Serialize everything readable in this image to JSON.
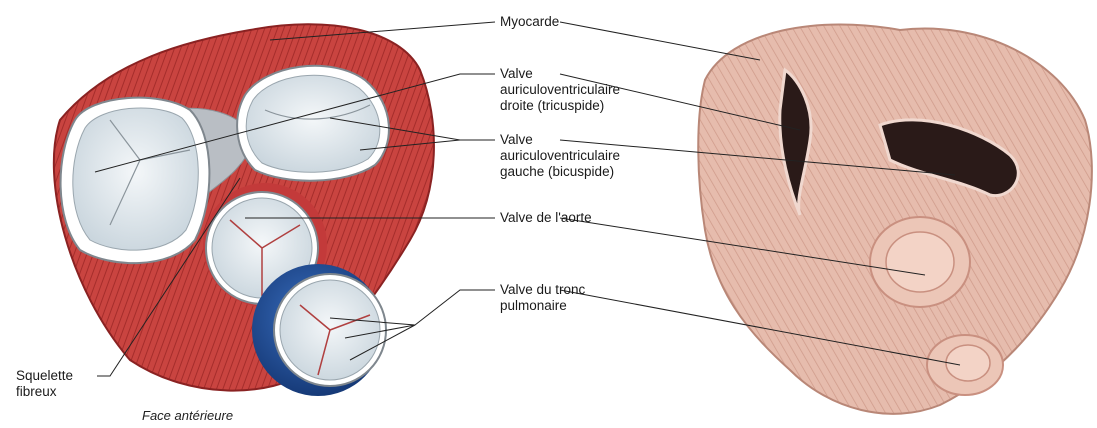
{
  "labels": {
    "myocarde": "Myocarde",
    "tricuspid": [
      "Valve",
      "auriculoventriculaire",
      "droite (tricuspide)"
    ],
    "bicuspid": [
      "Valve",
      "auriculoventriculaire",
      "gauche (bicuspide)"
    ],
    "aortic": "Valve de l'aorte",
    "pulmonary": [
      "Valve du tronc",
      "pulmonaire"
    ],
    "skeleton": [
      "Squelette",
      "fibreux"
    ]
  },
  "caption": "Face antérieure",
  "colors": {
    "muscle": "#c8413f",
    "valve": "#e8eef2",
    "pulmonary_ring": "#1f4f9a",
    "specimen": "#e4b7a8"
  }
}
